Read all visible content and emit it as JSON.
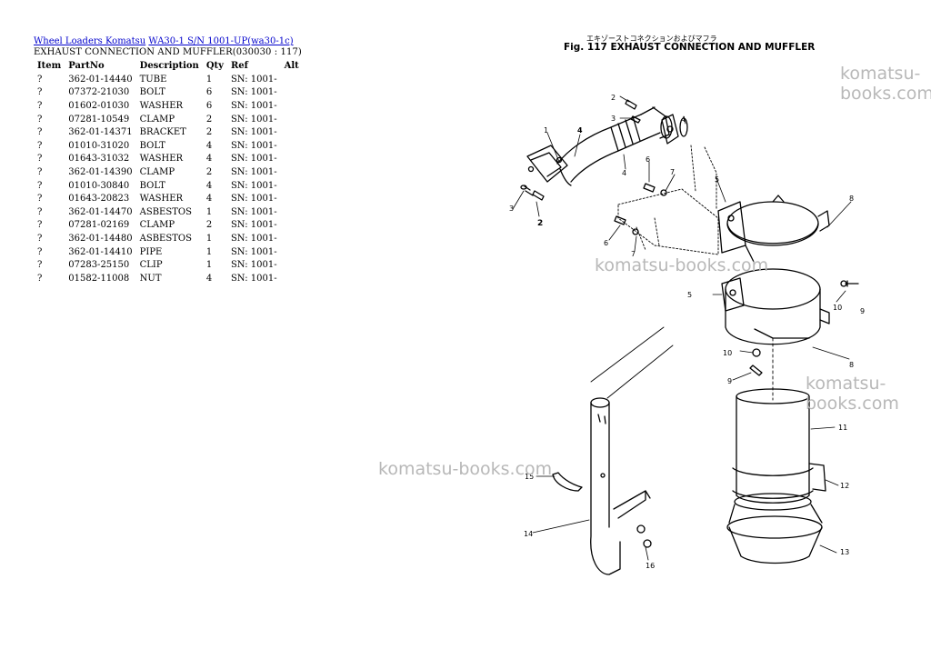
{
  "breadcrumb": {
    "link1": "Wheel Loaders Komatsu",
    "link2": "WA30-1 S/N 1001-UP(wa30-1c)"
  },
  "subtitle": "EXHAUST CONNECTION AND MUFFLER(030030 : 117)",
  "table": {
    "headers": [
      "Item",
      "PartNo",
      "Description",
      "Qty",
      "Ref",
      "Alt"
    ],
    "rows": [
      [
        "?",
        "362-01-14440",
        "TUBE",
        "1",
        "SN: 1001-",
        ""
      ],
      [
        "?",
        "07372-21030",
        "BOLT",
        "6",
        "SN: 1001-",
        ""
      ],
      [
        "?",
        "01602-01030",
        "WASHER",
        "6",
        "SN: 1001-",
        ""
      ],
      [
        "?",
        "07281-10549",
        "CLAMP",
        "2",
        "SN: 1001-",
        ""
      ],
      [
        "?",
        "362-01-14371",
        "BRACKET",
        "2",
        "SN: 1001-",
        ""
      ],
      [
        "?",
        "01010-31020",
        "BOLT",
        "4",
        "SN: 1001-",
        ""
      ],
      [
        "?",
        "01643-31032",
        "WASHER",
        "4",
        "SN: 1001-",
        ""
      ],
      [
        "?",
        "362-01-14390",
        "CLAMP",
        "2",
        "SN: 1001-",
        ""
      ],
      [
        "?",
        "01010-30840",
        "BOLT",
        "4",
        "SN: 1001-",
        ""
      ],
      [
        "?",
        "01643-20823",
        "WASHER",
        "4",
        "SN: 1001-",
        ""
      ],
      [
        "?",
        "362-01-14470",
        "ASBESTOS",
        "1",
        "SN: 1001-",
        ""
      ],
      [
        "?",
        "07281-02169",
        "CLAMP",
        "2",
        "SN: 1001-",
        ""
      ],
      [
        "?",
        "362-01-14480",
        "ASBESTOS",
        "1",
        "SN: 1001-",
        ""
      ],
      [
        "?",
        "362-01-14410",
        "PIPE",
        "1",
        "SN: 1001-",
        ""
      ],
      [
        "?",
        "07283-25150",
        "CLIP",
        "1",
        "SN: 1001-",
        ""
      ],
      [
        "?",
        "01582-11008",
        "NUT",
        "4",
        "SN: 1001-",
        ""
      ]
    ]
  },
  "figure": {
    "japanese_title": "エキゾーストコネクションおよびマフラ",
    "title": "Fig. 117 EXHAUST CONNECTION AND MUFFLER",
    "callouts": [
      "1",
      "2",
      "3",
      "4",
      "5",
      "6",
      "7",
      "8",
      "9",
      "10",
      "11",
      "12",
      "13",
      "14",
      "15",
      "16"
    ]
  },
  "watermark": "komatsu-books.com"
}
